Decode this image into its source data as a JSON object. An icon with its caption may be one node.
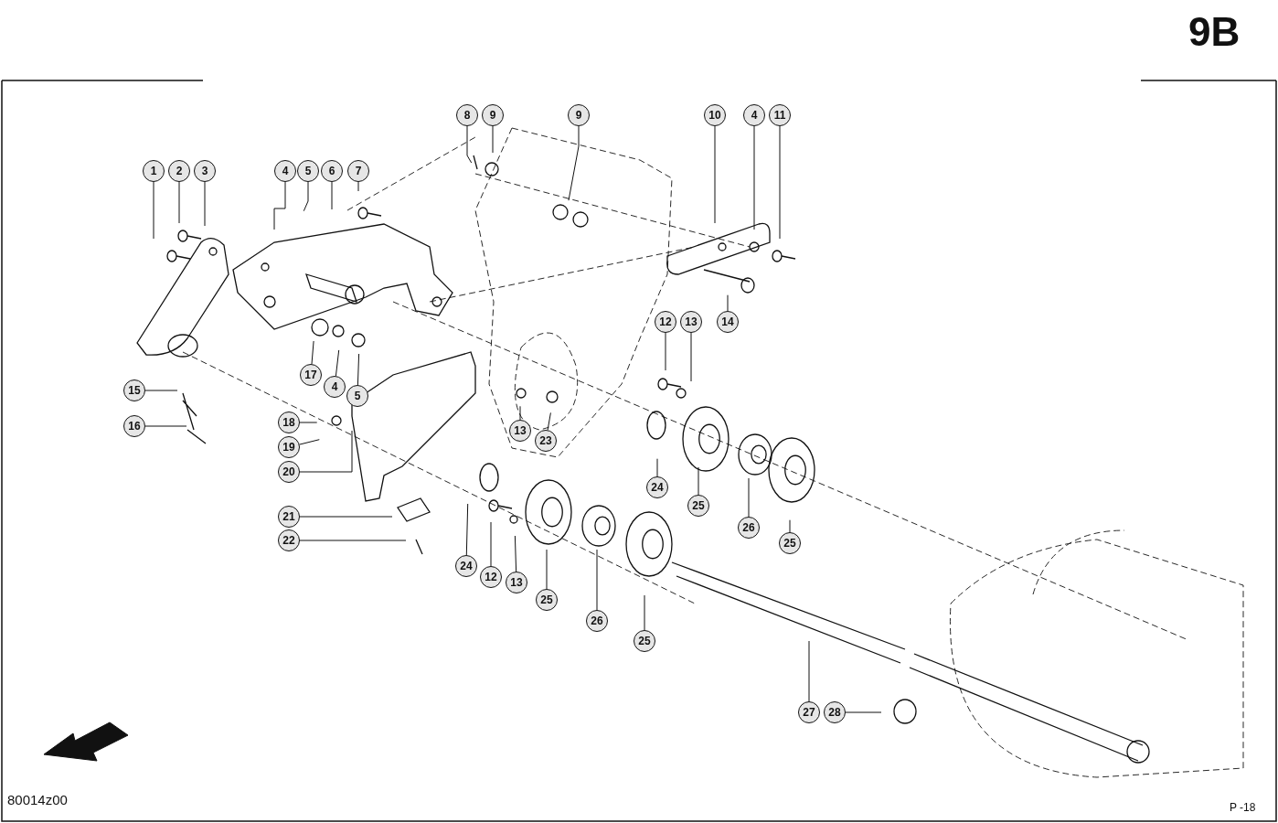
{
  "diagram": {
    "nodes": [
      {
        "text": [
          "8"
        ]
      },
      {
        "text": [
          "9"
        ]
      },
      {
        "text": [
          "9"
        ]
      },
      {
        "text": [
          "10"
        ]
      },
      {
        "text": [
          "4"
        ]
      },
      {
        "text": [
          "11"
        ]
      },
      {
        "text": [
          "1"
        ]
      },
      {
        "text": [
          "2"
        ]
      },
      {
        "text": [
          "3"
        ]
      },
      {
        "text": [
          "4"
        ]
      },
      {
        "text": [
          "5"
        ]
      },
      {
        "text": [
          "6"
        ]
      },
      {
        "text": [
          "7"
        ]
      },
      {
        "text": [
          "14"
        ]
      },
      {
        "text": [
          "12"
        ]
      },
      {
        "text": [
          "13"
        ]
      },
      {
        "text": [
          "17"
        ]
      },
      {
        "text": [
          "4"
        ]
      },
      {
        "text": [
          "5"
        ]
      },
      {
        "text": [
          "15"
        ]
      },
      {
        "text": [
          "16"
        ]
      },
      {
        "text": [
          "18"
        ]
      },
      {
        "text": [
          "19"
        ]
      },
      {
        "text": [
          "13"
        ]
      },
      {
        "text": [
          "23"
        ]
      },
      {
        "text": [
          "20"
        ]
      },
      {
        "text": [
          "24"
        ]
      },
      {
        "text": [
          "25"
        ]
      },
      {
        "text": [
          "26"
        ]
      },
      {
        "text": [
          "25"
        ]
      },
      {
        "text": [
          "21"
        ]
      },
      {
        "text": [
          "22"
        ]
      },
      {
        "text": [
          "24"
        ]
      },
      {
        "text": [
          "12"
        ]
      },
      {
        "text": [
          "13"
        ]
      },
      {
        "text": [
          "25"
        ]
      },
      {
        "text": [
          "26"
        ]
      },
      {
        "text": [
          "25"
        ]
      },
      {
        "text": [
          "27"
        ]
      },
      {
        "text": [
          "28"
        ]
      }
    ],
    "edges": [
      {
        "from": 0,
        "to": null,
        "arrow": "none"
      },
      {
        "from": 1,
        "to": null,
        "arrow": "none"
      },
      {
        "from": 2,
        "to": null,
        "arrow": "none"
      },
      {
        "from": 3,
        "to": null,
        "arrow": "none"
      },
      {
        "from": 4,
        "to": null,
        "arrow": "none"
      },
      {
        "from": 5,
        "to": null,
        "arrow": "none"
      },
      {
        "from": 6,
        "to": null,
        "arrow": "none"
      },
      {
        "from": 7,
        "to": null,
        "arrow": "none"
      },
      {
        "from": 8,
        "to": null,
        "arrow": "none"
      },
      {
        "from": 9,
        "to": null,
        "arrow": "none"
      },
      {
        "from": 10,
        "to": null,
        "arrow": "none"
      },
      {
        "from": 11,
        "to": null,
        "arrow": "none"
      },
      {
        "from": 12,
        "to": null,
        "arrow": "none"
      },
      {
        "from": 13,
        "to": null,
        "arrow": "none"
      },
      {
        "from": 14,
        "to": null,
        "arrow": "none"
      },
      {
        "from": 15,
        "to": null,
        "arrow": "none"
      },
      {
        "from": 16,
        "to": null,
        "arrow": "none"
      },
      {
        "from": 17,
        "to": null,
        "arrow": "none"
      },
      {
        "from": 18,
        "to": null,
        "arrow": "none"
      },
      {
        "from": 19,
        "to": null,
        "arrow": "none"
      },
      {
        "from": 20,
        "to": null,
        "arrow": "none"
      },
      {
        "from": 21,
        "to": null,
        "arrow": "none"
      },
      {
        "from": 22,
        "to": null,
        "arrow": "none"
      },
      {
        "from": 23,
        "to": null,
        "arrow": "none"
      },
      {
        "from": 24,
        "to": null,
        "arrow": "none"
      },
      {
        "from": 25,
        "to": null,
        "arrow": "none"
      },
      {
        "from": 26,
        "to": null,
        "arrow": "none"
      },
      {
        "from": 27,
        "to": null,
        "arrow": "none"
      },
      {
        "from": 28,
        "to": null,
        "arrow": "none"
      },
      {
        "from": 29,
        "to": null,
        "arrow": "none"
      },
      {
        "from": 30,
        "to": null,
        "arrow": "none"
      },
      {
        "from": 31,
        "to": null,
        "arrow": "none"
      },
      {
        "from": 32,
        "to": null,
        "arrow": "none"
      },
      {
        "from": 33,
        "to": null,
        "arrow": "none"
      },
      {
        "from": 34,
        "to": null,
        "arrow": "none"
      },
      {
        "from": 35,
        "to": null,
        "arrow": "none"
      },
      {
        "from": 36,
        "to": null,
        "arrow": "none"
      },
      {
        "from": 37,
        "to": null,
        "arrow": "none"
      },
      {
        "from": 38,
        "to": null,
        "arrow": "none"
      },
      {
        "from": 39,
        "to": null,
        "arrow": "none"
      }
    ],
    "labels": [
      "9B",
      "80014z00",
      "P -18"
    ]
  }
}
